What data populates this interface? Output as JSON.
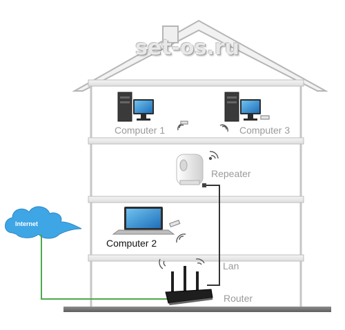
{
  "watermark": "set-os.ru",
  "internet_label": "Internet",
  "labels": {
    "computer1": "Computer 1",
    "computer3": "Computer 3",
    "repeater": "Repeater",
    "computer2": "Computer 2",
    "lan": "Lan",
    "router": "Router"
  },
  "colors": {
    "cloud": "#3fa6e6",
    "internet_cable": "#4aa84a",
    "lan_cable": "#333333",
    "house_wall": "#c9c9c9"
  }
}
